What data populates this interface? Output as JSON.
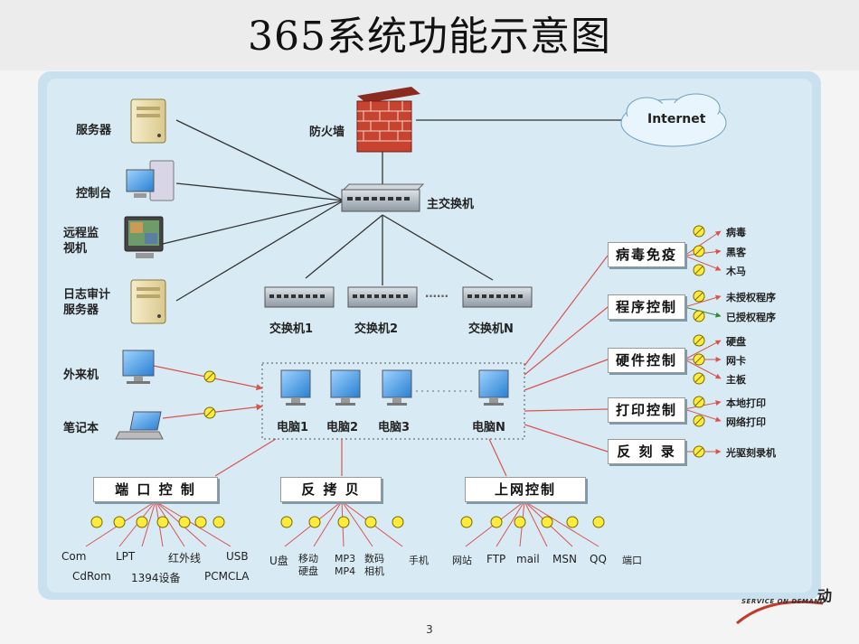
{
  "title": "365系统功能示意图",
  "page_number": "3",
  "logo": {
    "text": "SERVICE ON DEMAND",
    "char": "动",
    "brand_color": "#c0392b"
  },
  "devices": {
    "server": "服务器",
    "console": "控制台",
    "remote_monitor": "远程监\n视机",
    "log_audit_server": "日志审计\n服务器",
    "external_pc": "外来机",
    "notebook": "笔记本",
    "firewall": "防火墙",
    "internet": "Internet",
    "main_switch": "主交换机",
    "switch1": "交换机1",
    "switch2": "交换机2",
    "switchN": "交换机N",
    "dots": "……",
    "pc1": "电脑1",
    "pc2": "电脑2",
    "pc3": "电脑3",
    "pcN": "电脑N"
  },
  "right_boxes": [
    {
      "label": "病毒免疫",
      "leaves": [
        "病毒",
        "黑客",
        "木马"
      ]
    },
    {
      "label": "程序控制",
      "leaves": [
        "未授权程序",
        "已授权程序"
      ]
    },
    {
      "label": "硬件控制",
      "leaves": [
        "硬盘",
        "网卡",
        "主板"
      ]
    },
    {
      "label": "打印控制",
      "leaves": [
        "本地打印",
        "网络打印"
      ]
    },
    {
      "label": "反 刻 录",
      "leaves": [
        "光驱刻录机"
      ]
    }
  ],
  "bottom_boxes": [
    {
      "label": "端 口 控 制",
      "leaves": [
        "Com",
        "CdRom",
        "LPT",
        "1394设备",
        "红外线",
        "PCMCLA",
        "USB"
      ]
    },
    {
      "label": "反 拷 贝",
      "leaves": [
        "U盘",
        "移动\n硬盘",
        "MP3\nMP4",
        "数码\n相机",
        "手机"
      ]
    },
    {
      "label": "上网控制",
      "leaves": [
        "网站",
        "FTP",
        "mail",
        "MSN",
        "QQ",
        "端口"
      ]
    }
  ],
  "colors": {
    "line_dark": "#333333",
    "line_red": "#d9534f",
    "line_green": "#2e8b3a",
    "node_yellow": "#ffeb3b"
  }
}
